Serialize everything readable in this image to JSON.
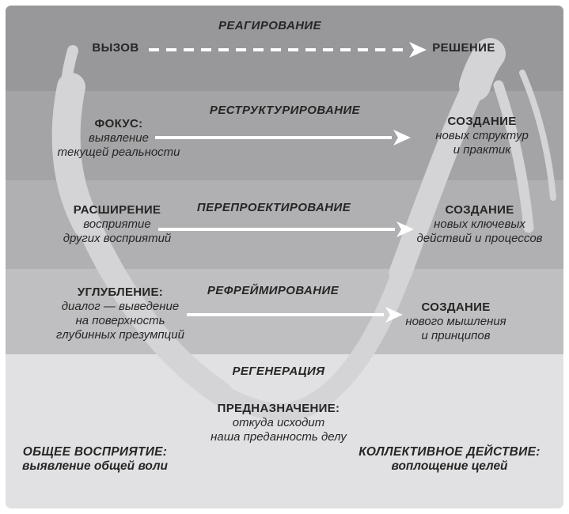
{
  "colors": {
    "page_bg": "#ffffff",
    "text": "#262626",
    "arrow": "#ffffff",
    "watermark": "#d4d4d6",
    "bands": [
      "#98989b",
      "#a4a4a6",
      "#b0b0b2",
      "#bfbfc1",
      "#e1e1e3"
    ]
  },
  "rows": [
    {
      "header": "РЕАГИРОВАНИЕ",
      "left": {
        "title": "ВЫЗОВ"
      },
      "right": {
        "title": "РЕШЕНИЕ"
      },
      "arrow_style": "dashed"
    },
    {
      "header": "РЕСТРУКТУРИРОВАНИЕ",
      "left": {
        "title": "ФОКУС:",
        "lines": [
          "выявление",
          "текущей реальности"
        ]
      },
      "right": {
        "title": "СОЗДАНИЕ",
        "lines": [
          "новых структур",
          "и практик"
        ]
      },
      "arrow_style": "solid"
    },
    {
      "header": "ПЕРЕПРОЕКТИРОВАНИЕ",
      "left": {
        "title": "РАСШИРЕНИЕ",
        "lines": [
          "восприятие",
          "других восприятий"
        ]
      },
      "right": {
        "title": "СОЗДАНИЕ",
        "lines": [
          "новых ключевых",
          "действий и процессов"
        ]
      },
      "arrow_style": "solid"
    },
    {
      "header": "РЕФРЕЙМИРОВАНИЕ",
      "left": {
        "title": "УГЛУБЛЕНИЕ:",
        "lines": [
          "диалог — выведение",
          "на поверхность",
          "глубинных презумпций"
        ]
      },
      "right": {
        "title": "СОЗДАНИЕ",
        "lines": [
          "нового мышления",
          "и принципов"
        ]
      },
      "arrow_style": "solid"
    }
  ],
  "bottom": {
    "header": "РЕГЕНЕРАЦИЯ",
    "center": {
      "title": "ПРЕДНАЗНАЧЕНИЕ:",
      "lines": [
        "откуда исходит",
        "наша преданность делу"
      ]
    },
    "left": {
      "title": "ОБЩЕЕ ВОСПРИЯТИЕ:",
      "line": "выявление общей воли"
    },
    "right": {
      "title": "КОЛЛЕКТИВНОЕ ДЕЙСТВИЕ:",
      "line": "воплощение целей"
    }
  }
}
